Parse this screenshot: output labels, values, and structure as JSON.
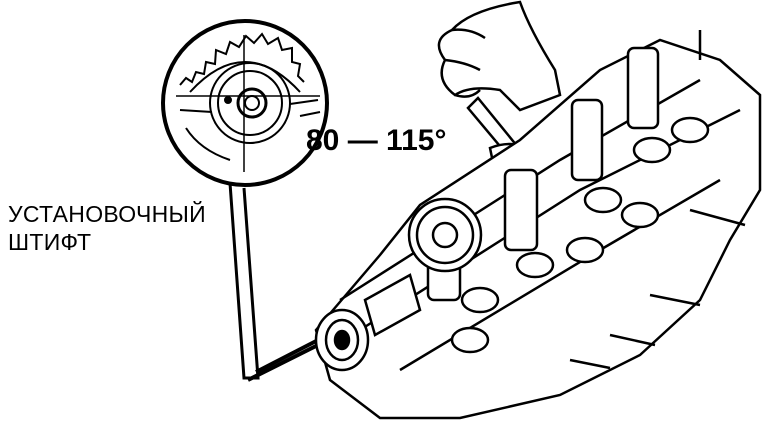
{
  "labels": {
    "angle": "80 — 115°",
    "pin_line1": "УСТАНОВОЧНЫЙ",
    "pin_line2": "ШТИФТ"
  },
  "colors": {
    "ink": "#000000",
    "paper": "#ffffff"
  }
}
